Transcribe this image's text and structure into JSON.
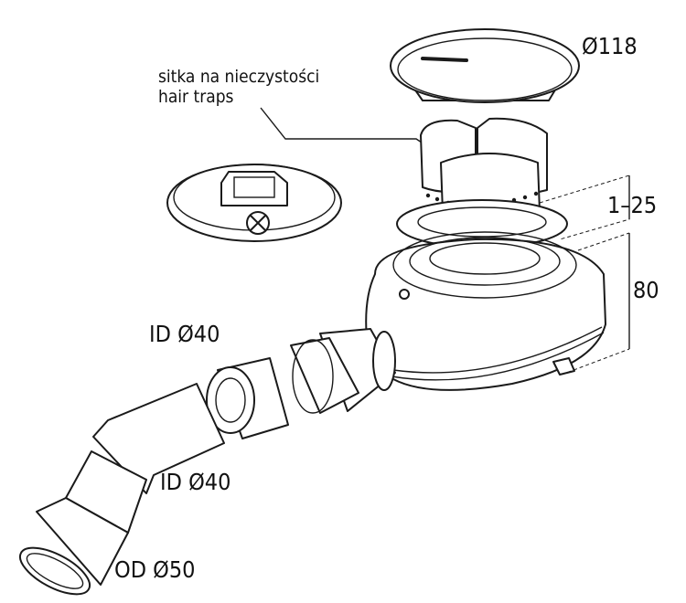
{
  "labels": {
    "lid_diameter": "Ø118",
    "hair_trap_pl": "sitka na nieczystości",
    "hair_trap_en": "hair traps",
    "height_adjust": "1–25",
    "body_height": "80",
    "inlet_id_top": "ID Ø40",
    "inlet_id_bottom": "ID Ø40",
    "outlet_od": "OD Ø50"
  }
}
